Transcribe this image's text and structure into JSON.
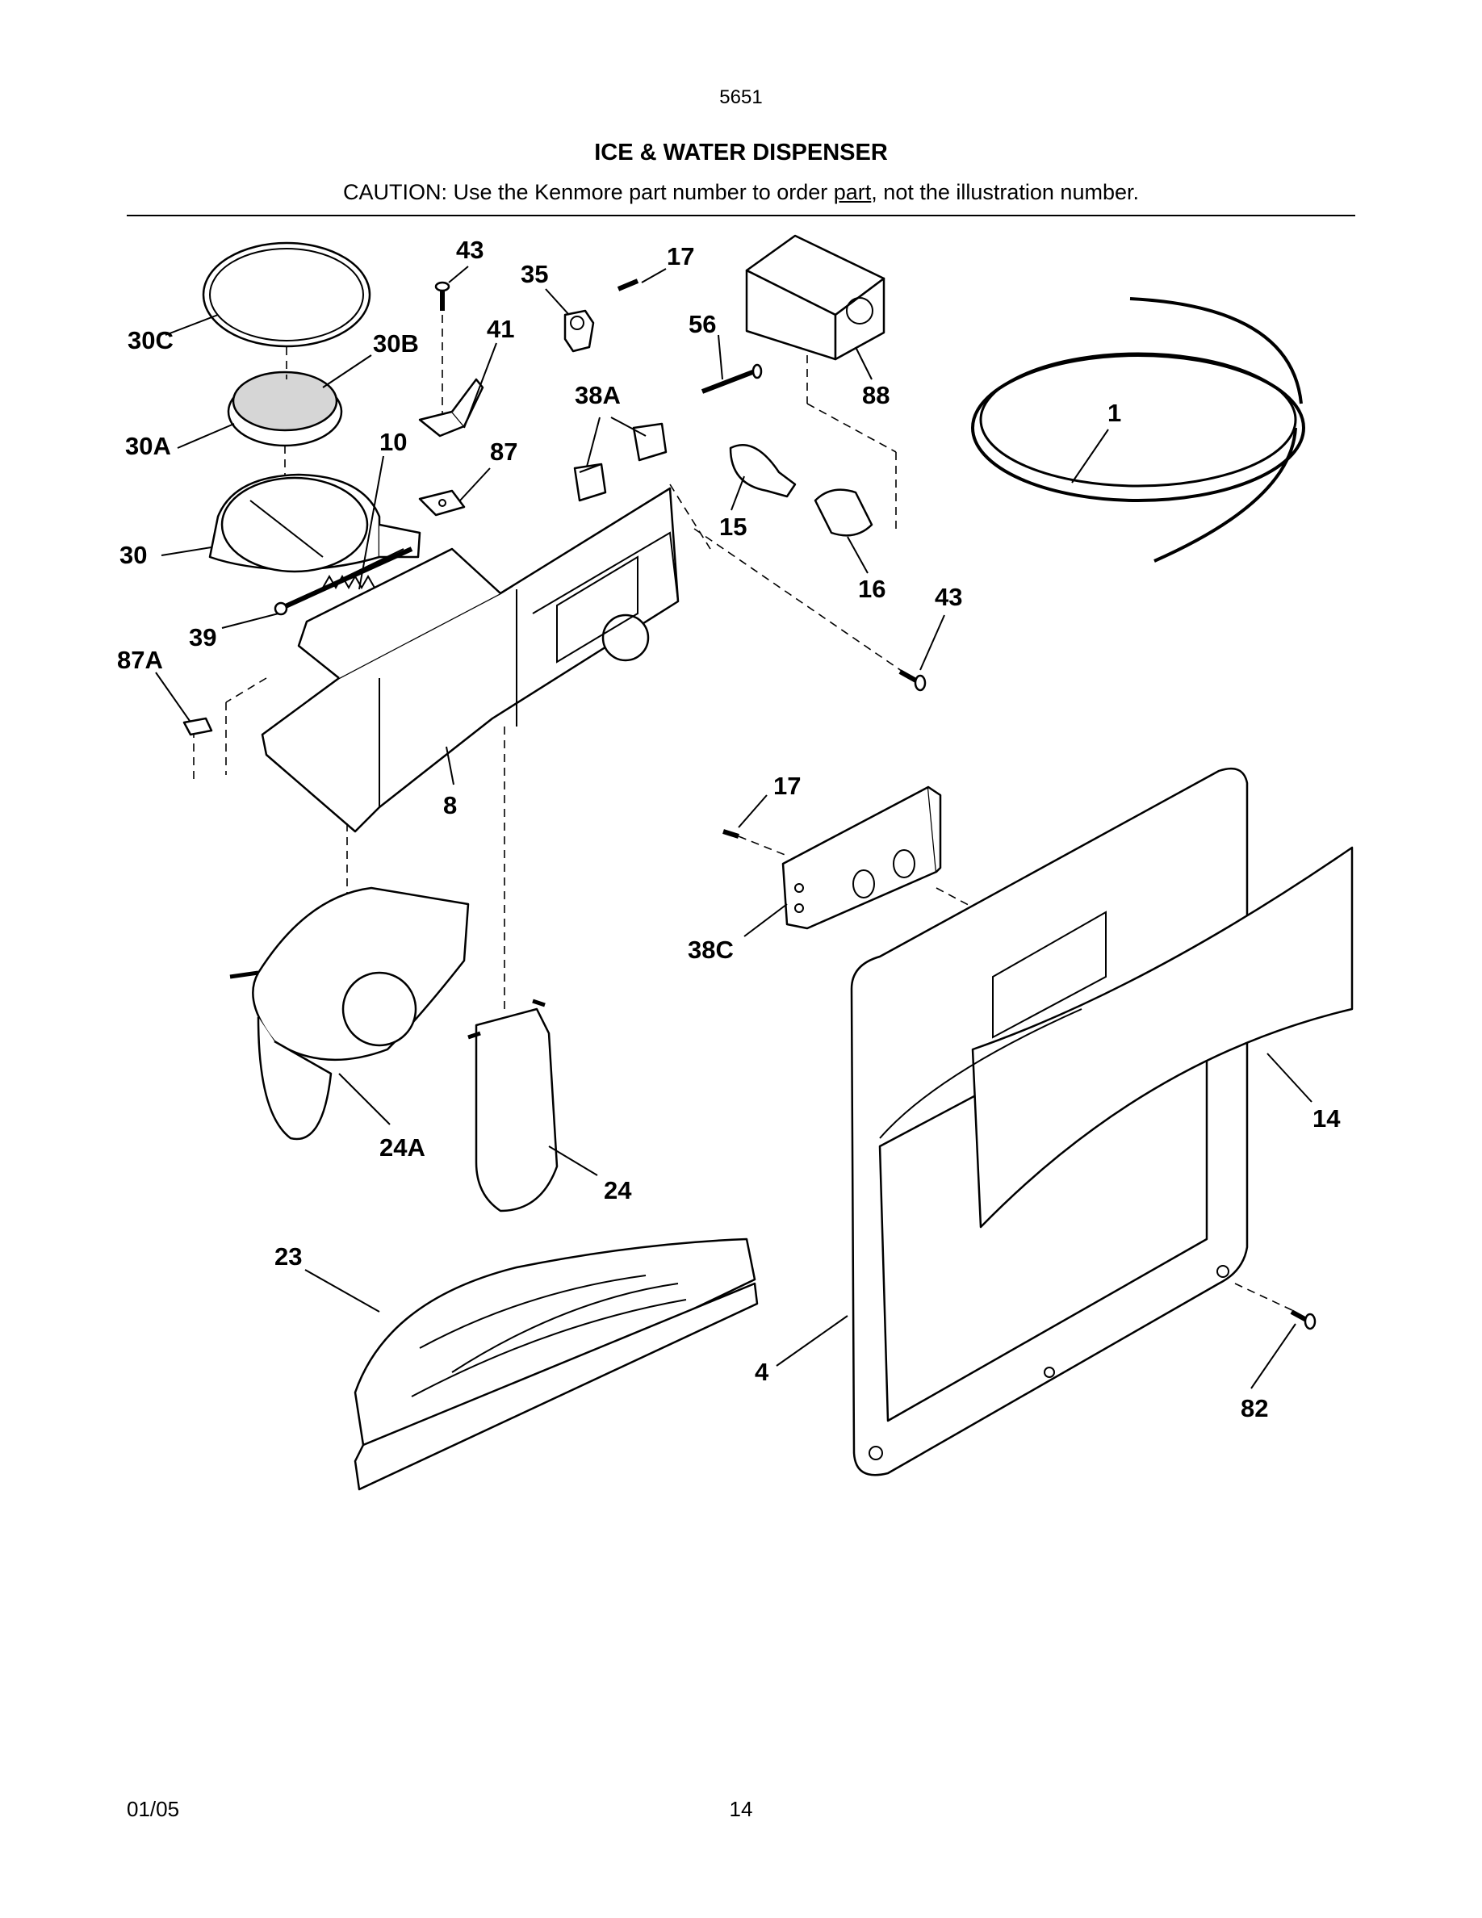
{
  "header": {
    "model_number": "5651",
    "title": "ICE & WATER DISPENSER",
    "caution_prefix": "CAUTION: Use the Kenmore part number to order ",
    "caution_underlined": "part",
    "caution_suffix": ", not the illustration number."
  },
  "callouts": [
    "43",
    "17",
    "35",
    "41",
    "56",
    "30C",
    "30B",
    "38A",
    "88",
    "30A",
    "10",
    "87",
    "1",
    "15",
    "30",
    "16",
    "43",
    "39",
    "87A",
    "8",
    "17",
    "38C",
    "14",
    "24A",
    "24",
    "23",
    "4",
    "82"
  ],
  "footer": {
    "date": "01/05",
    "page": "14"
  }
}
